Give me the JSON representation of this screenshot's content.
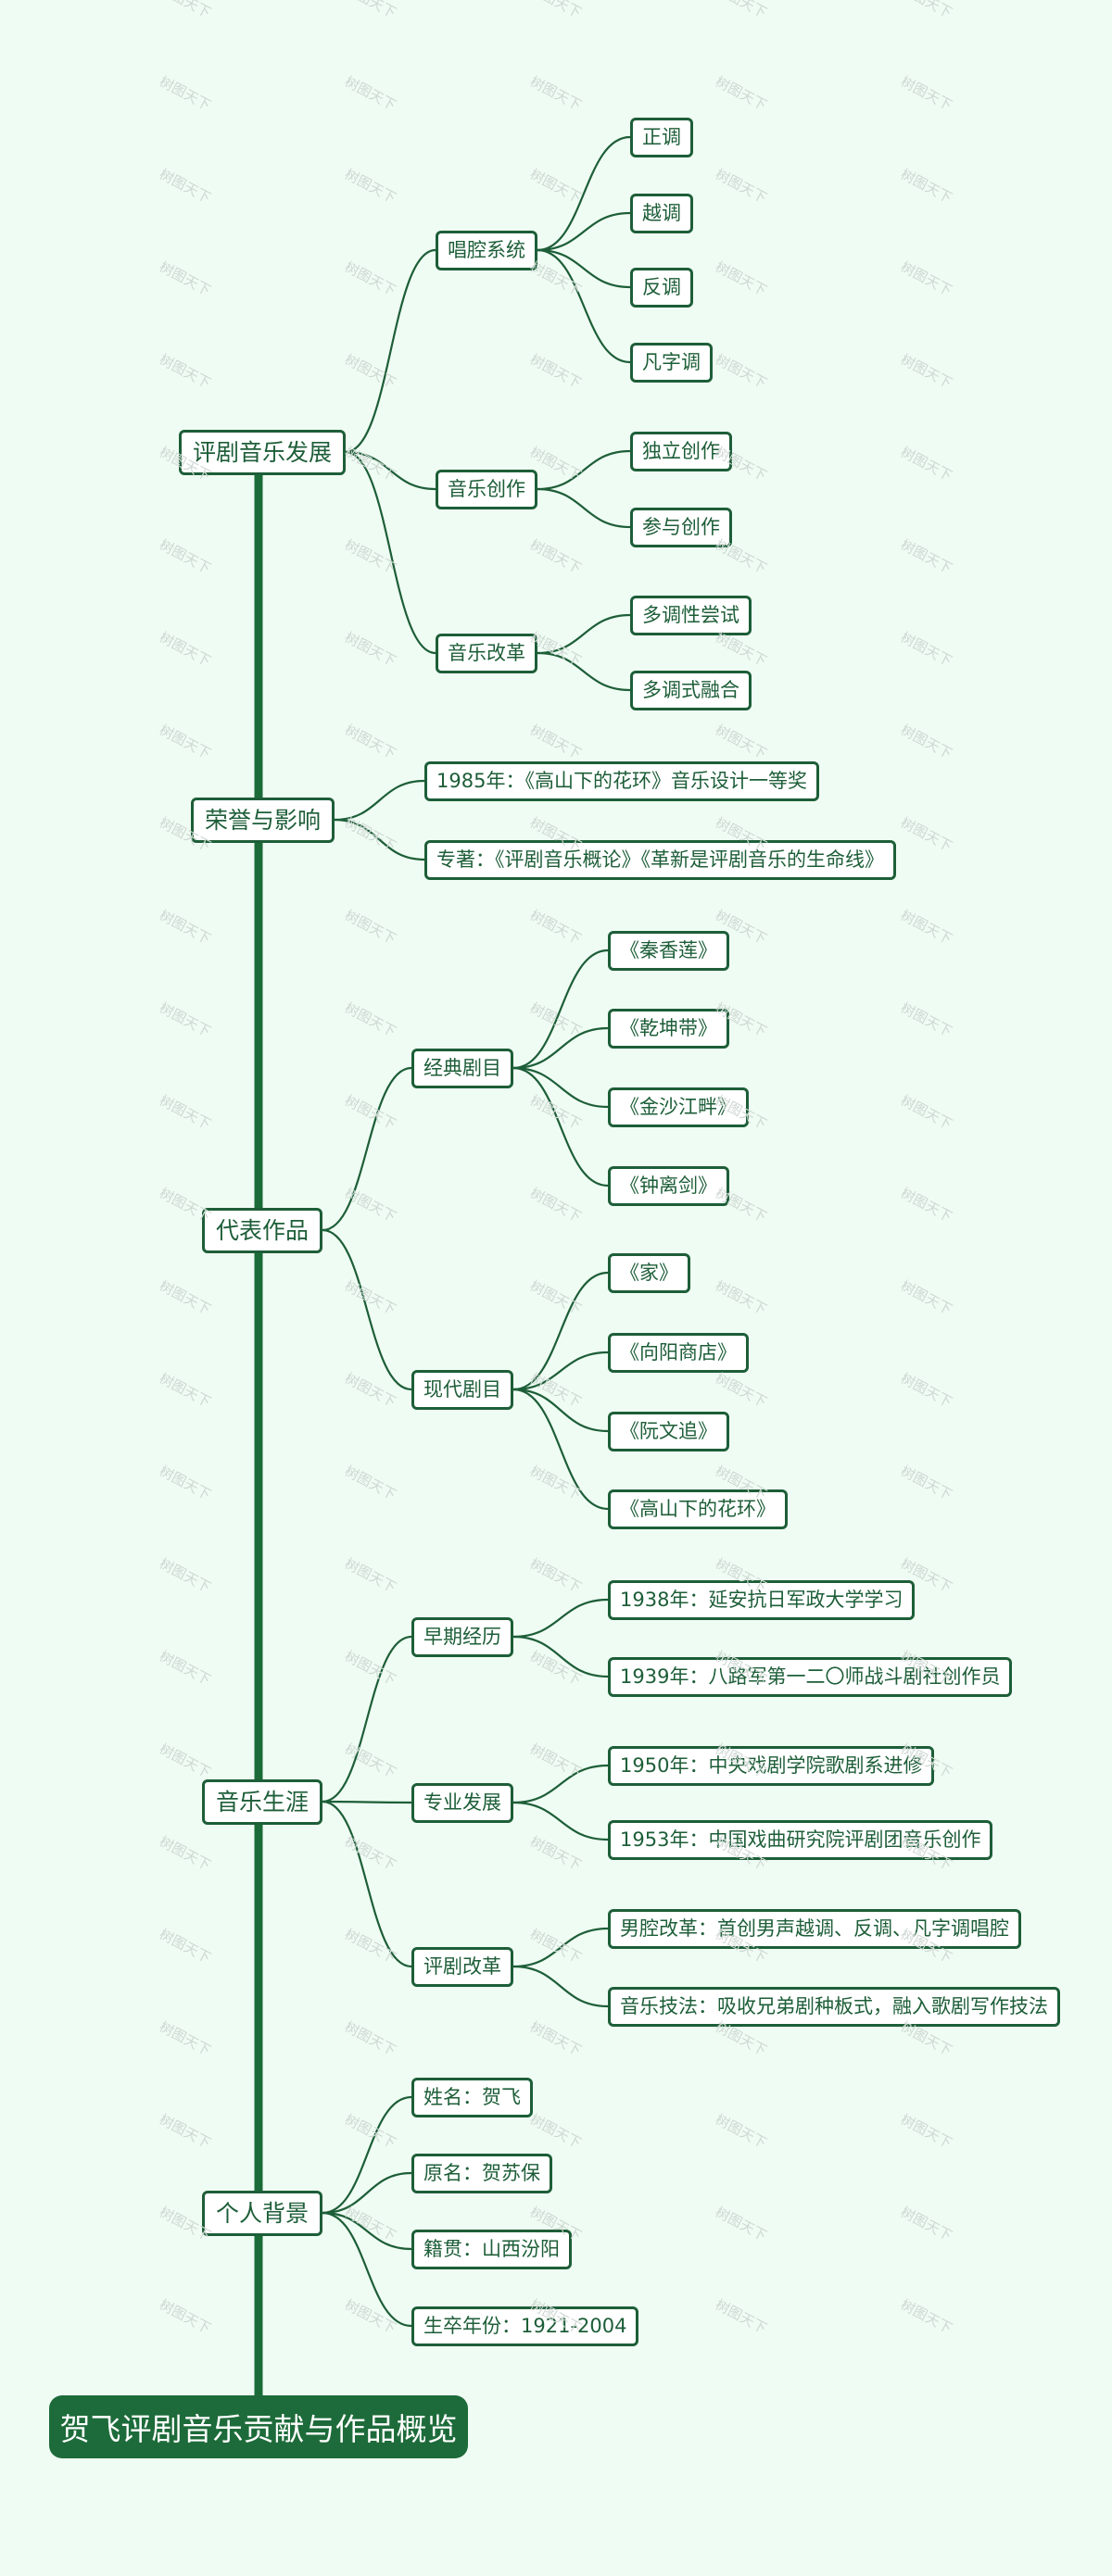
{
  "title": "贺飞评剧音乐贡献与作品概览",
  "watermark": "树图天下",
  "colors": {
    "line": "#1d5e38",
    "trunk": "#1b6b38",
    "root_bg": "#1d6b3a",
    "background": "#effcf3"
  },
  "branches": [
    {
      "label": "评剧音乐发展",
      "children": [
        {
          "label": "唱腔系统",
          "children": [
            {
              "label": "正调"
            },
            {
              "label": "越调"
            },
            {
              "label": "反调"
            },
            {
              "label": "凡字调"
            }
          ]
        },
        {
          "label": "音乐创作",
          "children": [
            {
              "label": "独立创作"
            },
            {
              "label": "参与创作"
            }
          ]
        },
        {
          "label": "音乐改革",
          "children": [
            {
              "label": "多调性尝试"
            },
            {
              "label": "多调式融合"
            }
          ]
        }
      ]
    },
    {
      "label": "荣誉与影响",
      "children": [
        {
          "label": "1985年：《高山下的花环》音乐设计一等奖"
        },
        {
          "label": "专著：《评剧音乐概论》《革新是评剧音乐的生命线》"
        }
      ]
    },
    {
      "label": "代表作品",
      "children": [
        {
          "label": "经典剧目",
          "children": [
            {
              "label": "《秦香莲》"
            },
            {
              "label": "《乾坤带》"
            },
            {
              "label": "《金沙江畔》"
            },
            {
              "label": "《钟离剑》"
            }
          ]
        },
        {
          "label": "现代剧目",
          "children": [
            {
              "label": "《家》"
            },
            {
              "label": "《向阳商店》"
            },
            {
              "label": "《阮文追》"
            },
            {
              "label": "《高山下的花环》"
            }
          ]
        }
      ]
    },
    {
      "label": "音乐生涯",
      "children": [
        {
          "label": "早期经历",
          "children": [
            {
              "label": "1938年：延安抗日军政大学学习"
            },
            {
              "label": "1939年：八路军第一二〇师战斗剧社创作员"
            }
          ]
        },
        {
          "label": "专业发展",
          "children": [
            {
              "label": "1950年：中央戏剧学院歌剧系进修"
            },
            {
              "label": "1953年：中国戏曲研究院评剧团音乐创作"
            }
          ]
        },
        {
          "label": "评剧改革",
          "children": [
            {
              "label": "男腔改革：首创男声越调、反调、凡字调唱腔"
            },
            {
              "label": "音乐技法：吸收兄弟剧种板式，融入歌剧写作技法"
            }
          ]
        }
      ]
    },
    {
      "label": "个人背景",
      "children": [
        {
          "label": "姓名：贺飞"
        },
        {
          "label": "原名：贺苏保"
        },
        {
          "label": "籍贯：山西汾阳"
        },
        {
          "label": "生卒年份：1921-2004"
        }
      ]
    }
  ]
}
